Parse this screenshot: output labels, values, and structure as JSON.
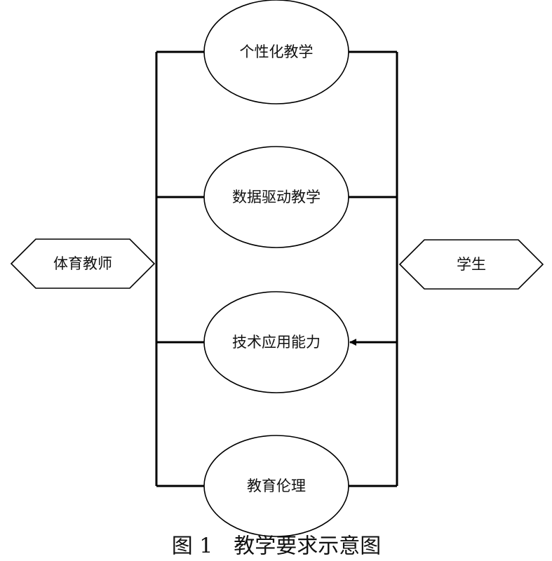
{
  "diagram": {
    "actors": {
      "teacher": "体育教师",
      "student": "学生"
    },
    "use_cases": [
      {
        "label": "个性化教学"
      },
      {
        "label": "数据驱动教学"
      },
      {
        "label": "技术应用能力"
      },
      {
        "label": "教育伦理"
      }
    ],
    "caption": "图 1　教学要求示意图",
    "colors": {
      "line": "#000000",
      "fill": "#ffffff",
      "text": "#111111"
    }
  }
}
